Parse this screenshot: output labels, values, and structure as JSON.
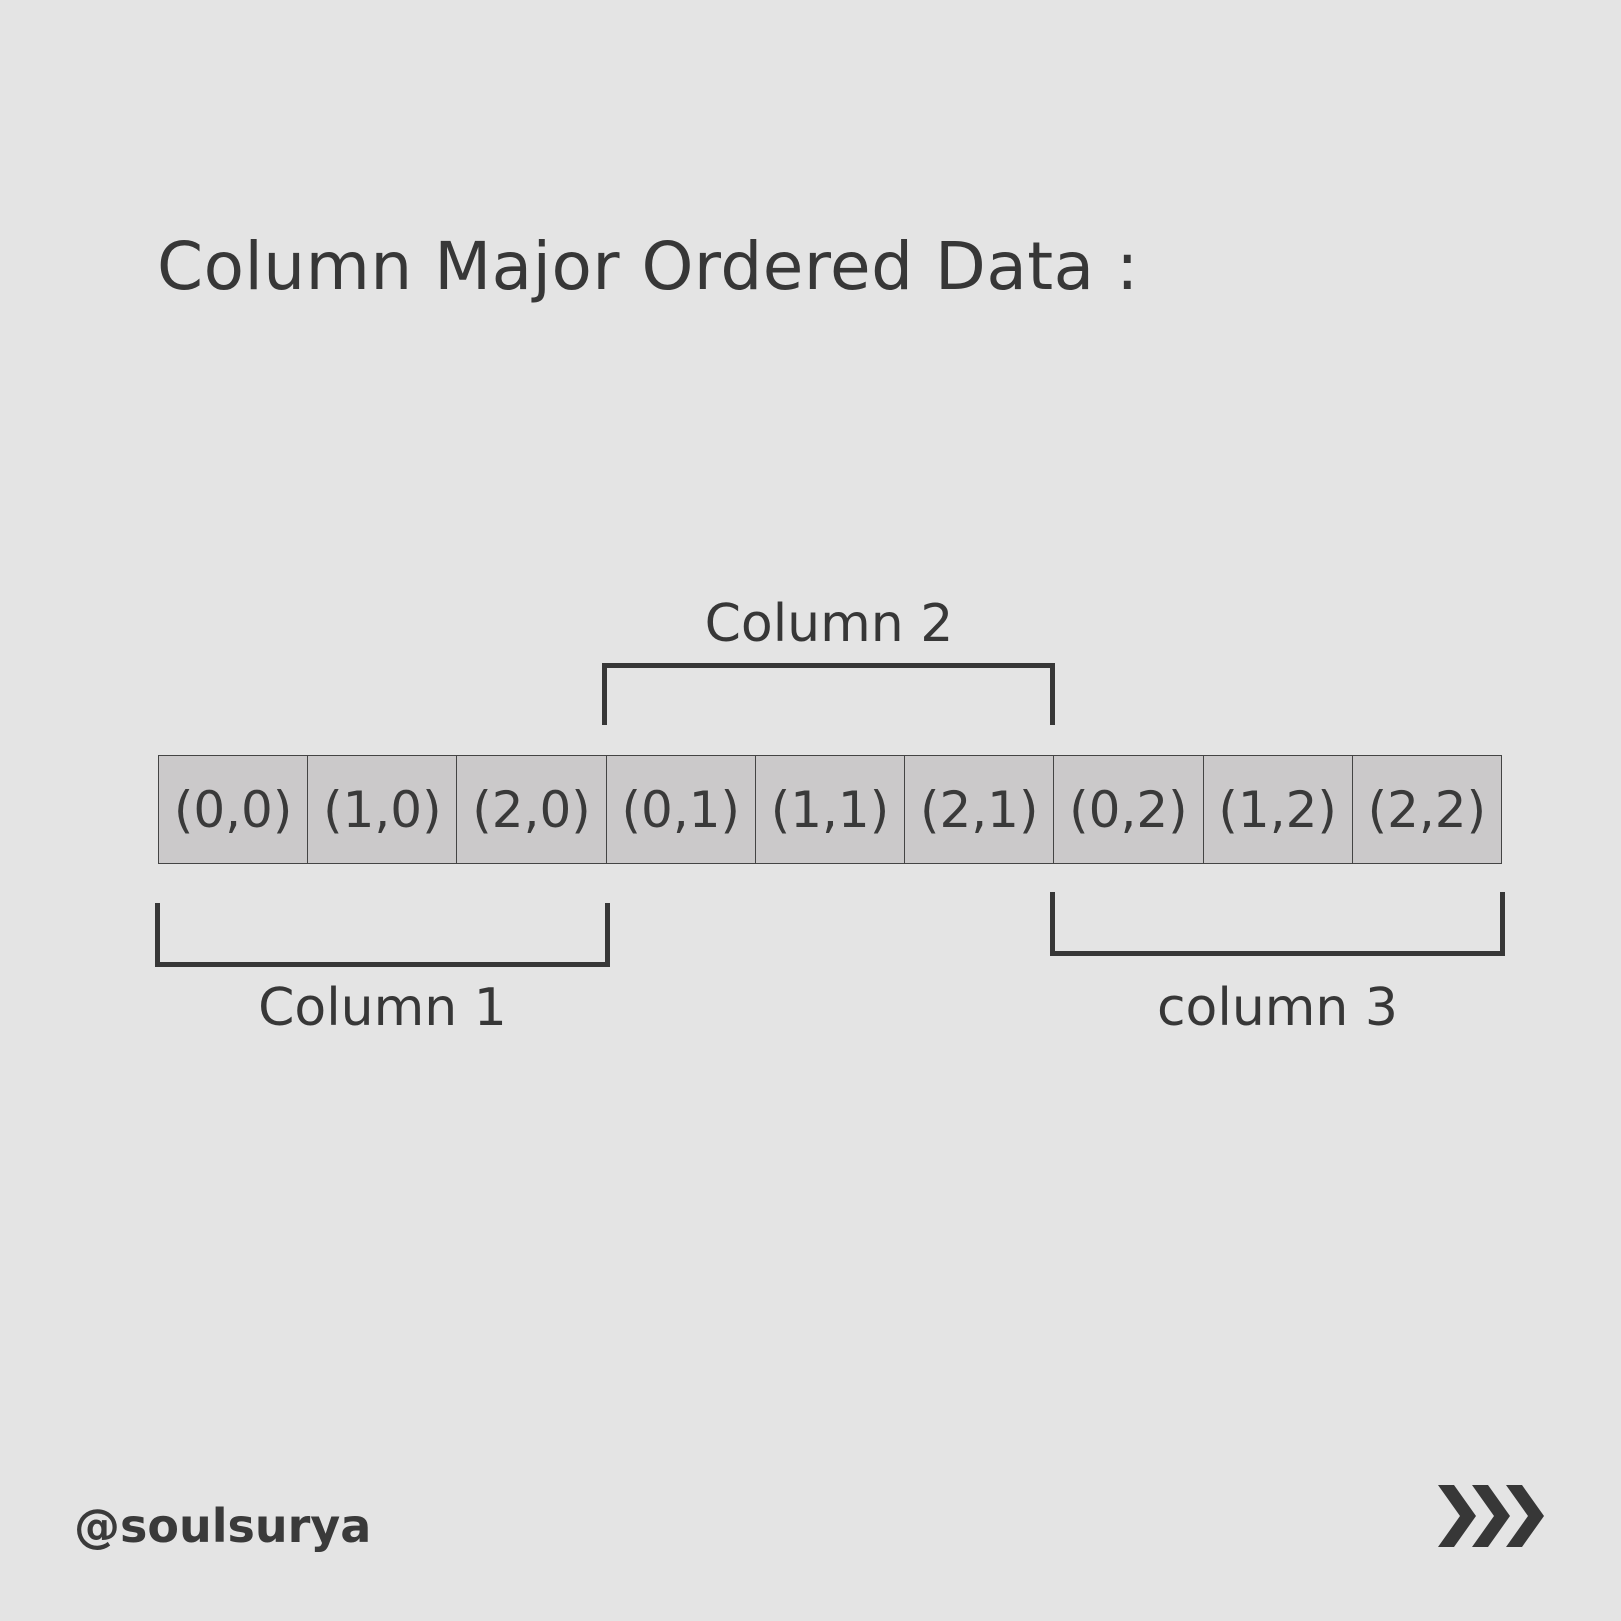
{
  "title": "Column Major Ordered Data :",
  "cells": [
    "(0,0)",
    "(1,0)",
    "(2,0)",
    "(0,1)",
    "(1,1)",
    "(2,1)",
    "(0,2)",
    "(1,2)",
    "(2,2)"
  ],
  "labels": {
    "column1": "Column 1",
    "column2": "Column 2",
    "column3": "column 3"
  },
  "handle": "@soulsurya",
  "icon": "triple-chevron-right-icon"
}
